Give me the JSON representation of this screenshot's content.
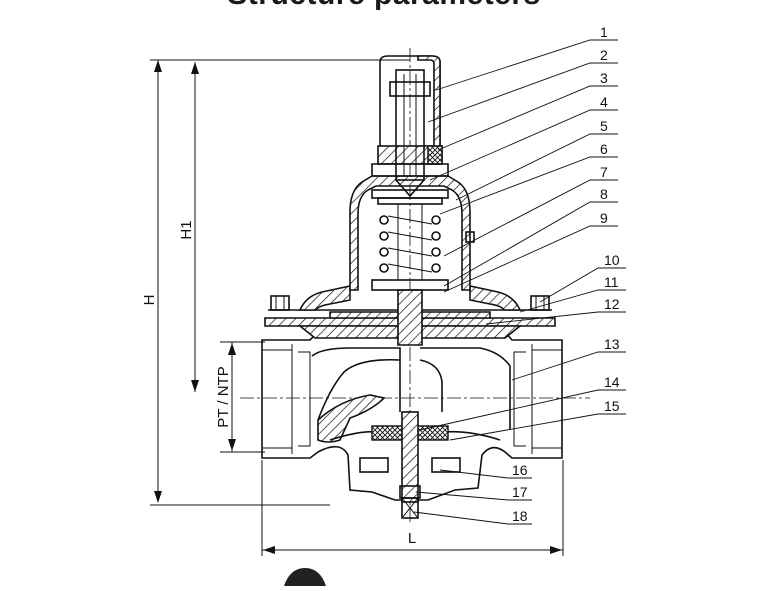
{
  "title": "Structure parameters",
  "callouts": [
    "1",
    "2",
    "3",
    "4",
    "5",
    "6",
    "7",
    "8",
    "9",
    "10",
    "11",
    "12",
    "13",
    "14",
    "15",
    "16",
    "17",
    "18"
  ],
  "dimensions": {
    "overall_height": "H",
    "upper_height": "H1",
    "thread": "PT / NTP",
    "length": "L"
  }
}
